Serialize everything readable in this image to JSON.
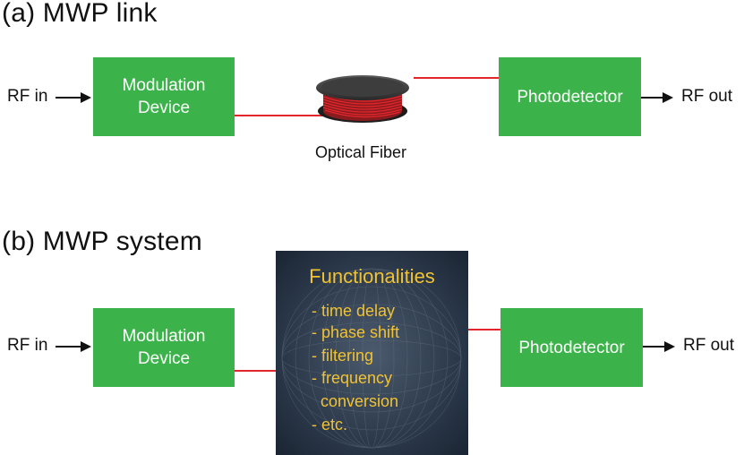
{
  "link": {
    "title": "(a) MWP link",
    "rf_in": "RF in",
    "modulation_line1": "Modulation",
    "modulation_line2": "Device",
    "fiber_caption": "Optical Fiber",
    "photodetector": "Photodetector",
    "rf_out": "RF out"
  },
  "system": {
    "title": "(b) MWP system",
    "rf_in": "RF in",
    "modulation_line1": "Modulation",
    "modulation_line2": "Device",
    "functionalities_title": "Functionalities",
    "functionalities": [
      "- time delay",
      "- phase shift",
      "- filtering",
      "- frequency",
      "  conversion",
      "- etc."
    ],
    "photodetector": "Photodetector",
    "rf_out": "RF out"
  },
  "colors": {
    "box_green": "#3cb34a",
    "wire_red": "#e3262b",
    "functionality_text": "#f1c232",
    "functionality_bg": "#2b3a4e"
  }
}
